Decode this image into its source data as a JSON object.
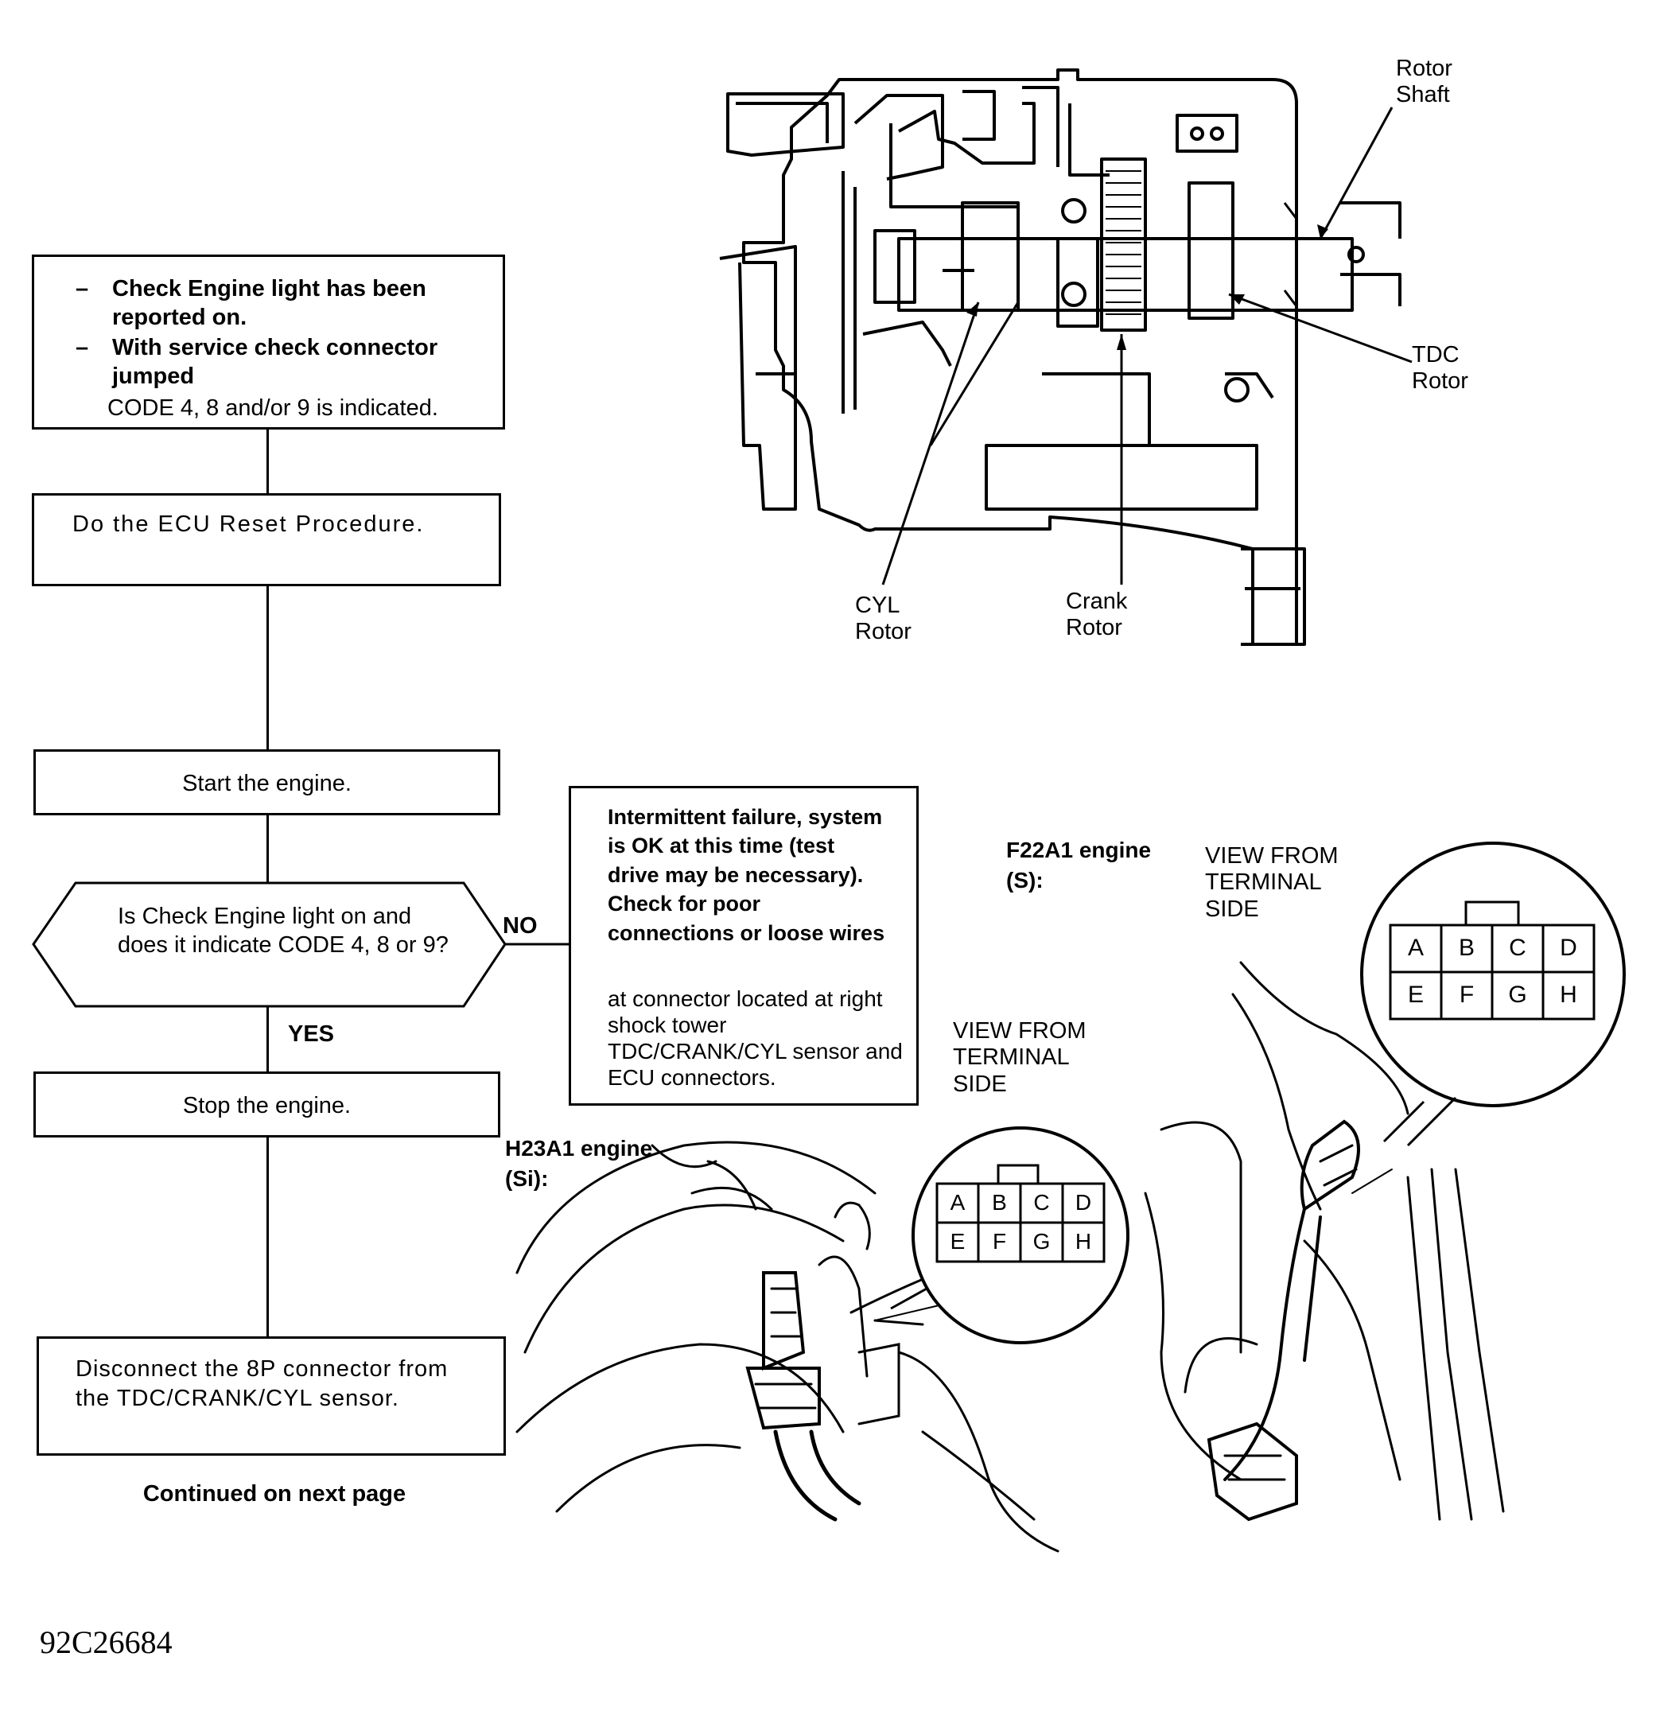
{
  "flowchart": {
    "box1": {
      "bullet1": "Check Engine light has been reported on.",
      "bullet2": "With service check connector jumped",
      "line3": "CODE 4, 8 and/or 9 is indicated."
    },
    "box2": "Do the ECU Reset Procedure.",
    "box3": "Start the engine.",
    "decision": "Is Check Engine light on and does it indicate CODE 4, 8 or 9?",
    "no_label": "NO",
    "yes_label": "YES",
    "no_box": {
      "bold": "Intermittent failure, system is OK at this time (test drive may be necessary). Check for poor connections or loose wires",
      "normal": "at connector located at right shock tower TDC/CRANK/CYL sensor and ECU connectors."
    },
    "box4": "Stop the engine.",
    "box5": "Disconnect the 8P connector from the TDC/CRANK/CYL sensor.",
    "continued": "Continued on next page"
  },
  "distributor": {
    "rotor_shaft": "Rotor Shaft",
    "tdc_rotor": "TDC Rotor",
    "cyl_rotor": "CYL Rotor",
    "crank_rotor": "Crank Rotor"
  },
  "connectors": {
    "f22a1_label": "F22A1 engine (S):",
    "h23a1_label": "H23A1 engine (Si):",
    "view_label": "VIEW FROM TERMINAL SIDE",
    "terminals_top": [
      "A",
      "B",
      "C",
      "D"
    ],
    "terminals_bottom": [
      "E",
      "F",
      "G",
      "H"
    ]
  },
  "figure_id": "92C26684"
}
